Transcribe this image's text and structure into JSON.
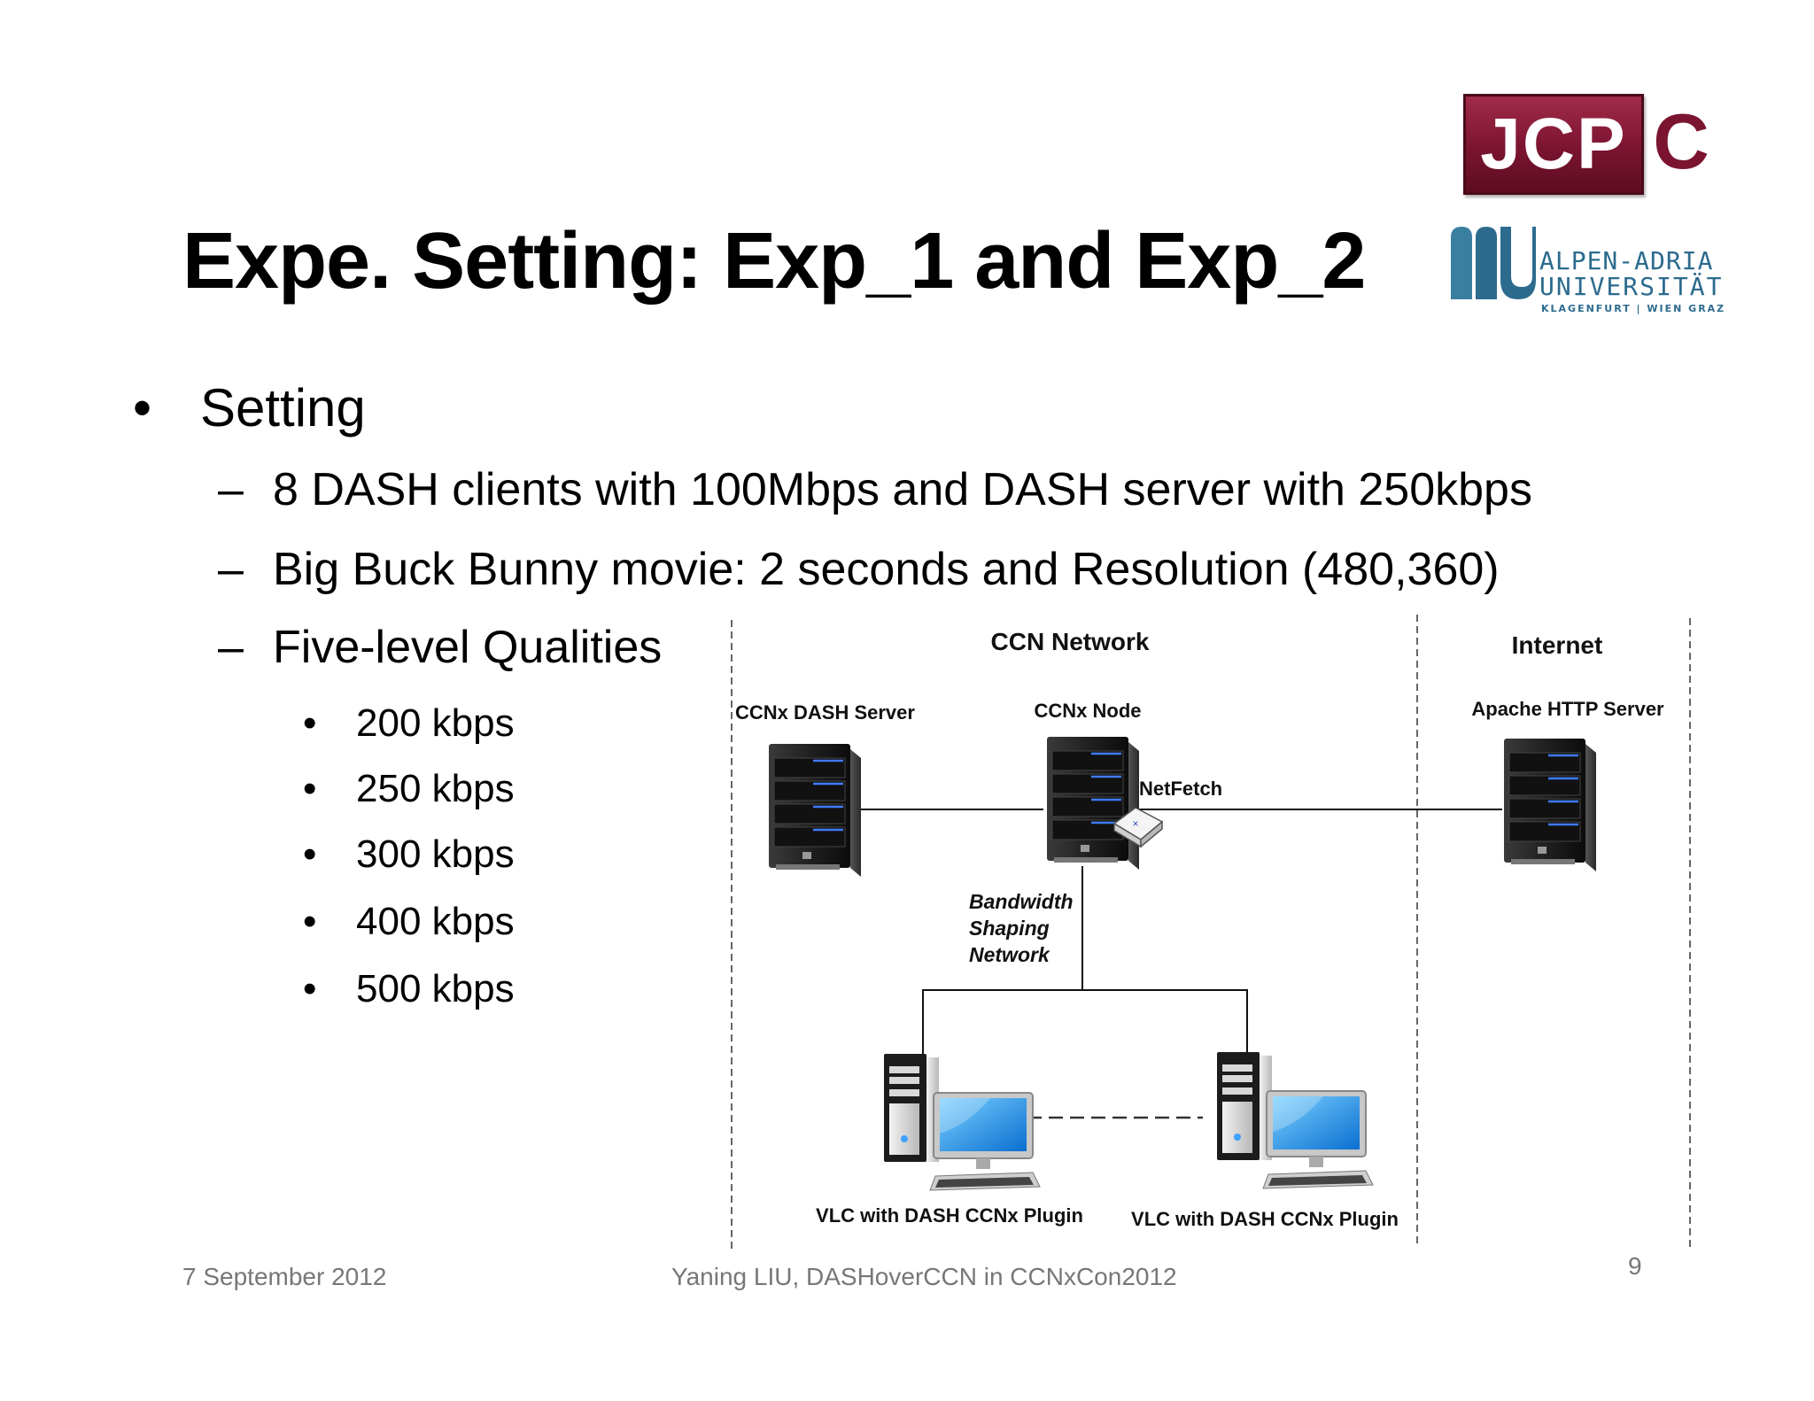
{
  "slide": {
    "title": "Expe. Setting: Exp_1 and Exp_2",
    "logos": {
      "jcp": "JCP",
      "jcp_c": "C",
      "aau_line1": "ALPEN-ADRIA",
      "aau_line2": "UNIVERSITÄT",
      "aau_line3": "KLAGENFURT | WIEN GRAZ"
    },
    "bullet": {
      "marker": "•",
      "text": "Setting"
    },
    "subbullets": [
      {
        "marker": "–",
        "text": "8 DASH clients with 100Mbps and DASH server with 250kbps"
      },
      {
        "marker": "–",
        "text": "Big Buck Bunny movie: 2 seconds and Resolution (480,360)"
      },
      {
        "marker": "–",
        "text": "Five-level Qualities"
      }
    ],
    "qualities": [
      {
        "marker": "•",
        "text": "200 kbps"
      },
      {
        "marker": "•",
        "text": "250 kbps"
      },
      {
        "marker": "•",
        "text": "300 kbps"
      },
      {
        "marker": "•",
        "text": "400 kbps"
      },
      {
        "marker": "•",
        "text": "500 kbps"
      }
    ]
  },
  "diagram": {
    "zone_ccn": "CCN Network",
    "zone_internet": "Internet",
    "dash_server": "CCNx DASH Server",
    "ccnx_node": "CCNx Node",
    "netfetch": "NetFetch",
    "http_server": "Apache HTTP Server",
    "shaping_1": "Bandwidth",
    "shaping_2": "Shaping",
    "shaping_3": "Network",
    "client_left": "VLC with DASH CCNx Plugin",
    "client_right": "VLC with DASH CCNx Plugin"
  },
  "footer": {
    "date": "7 September 2012",
    "center": "Yaning LIU, DASHoverCCN in CCNxCon2012",
    "page": "9"
  }
}
